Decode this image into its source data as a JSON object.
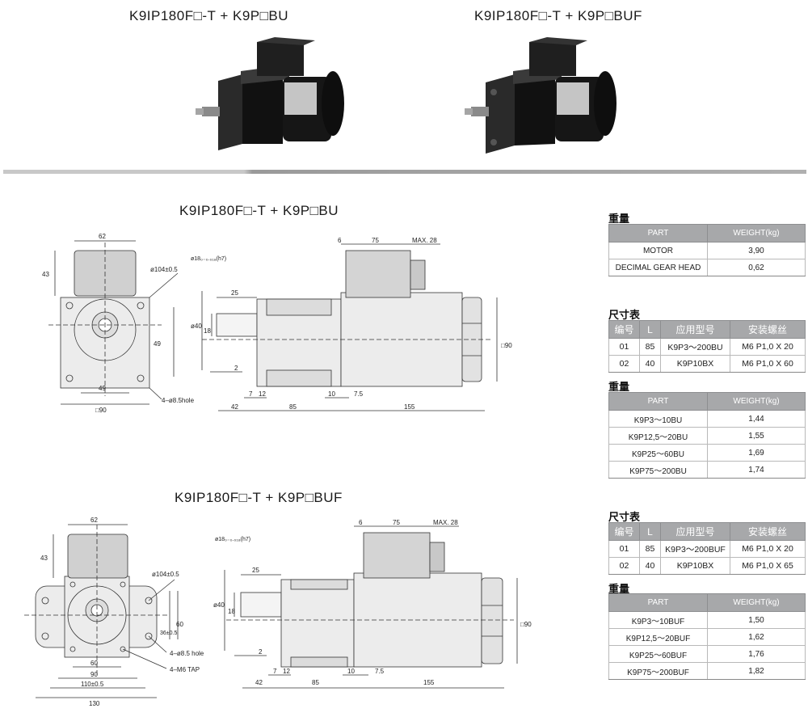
{
  "top": {
    "left_model": "K9IP180F□-T + K9P□BU",
    "right_model": "K9IP180F□-T + K9P□BUF"
  },
  "drawing1": {
    "title": "K9IP180F□-T + K9P□BU",
    "dims": {
      "d62": "62",
      "d43": "43",
      "d104": "ø104±0.5",
      "d49v": "49",
      "d49h": "49",
      "d90sq": "□90",
      "hole": "4–ø8.5hole",
      "d18h7": "ø18₀₋₀.₀₁₈(h7)",
      "d25": "25",
      "d40": "ø40",
      "d18": "18",
      "d2": "2",
      "d6": "6",
      "d75": "75",
      "max28": "MAX. 28",
      "d90": "□90",
      "d7": "7",
      "d12": "12",
      "d10": "10",
      "d75b": "7.5",
      "d42": "42",
      "d85": "85",
      "d155": "155"
    }
  },
  "drawing2": {
    "title": "K9IP180F□-T + K9P□BUF",
    "dims": {
      "d62": "62",
      "d43": "43",
      "d104": "ø104±0.5",
      "d36": "36±0.5",
      "d60v": "60",
      "d60h": "60",
      "d90h": "90",
      "d110": "110±0.5",
      "d130": "130",
      "hole": "4–ø8.5 hole",
      "tap": "4–M6 TAP",
      "d18h7": "ø18₀₋₀.₀₁₈(h7)",
      "d25": "25",
      "d40": "ø40",
      "d18": "18",
      "d2": "2",
      "d6": "6",
      "d75": "75",
      "max28": "MAX. 28",
      "d90": "□90",
      "d7": "7",
      "d12": "12",
      "d10": "10",
      "d75b": "7.5",
      "d42": "42",
      "d85": "85",
      "d155": "155"
    }
  },
  "tables": {
    "weight1": {
      "title": "重量",
      "headers": [
        "PART",
        "WEIGHT(kg)"
      ],
      "rows": [
        [
          "MOTOR",
          "3,90"
        ],
        [
          "DECIMAL GEAR HEAD",
          "0,62"
        ]
      ]
    },
    "size1": {
      "title": "尺寸表",
      "headers": [
        "编号",
        "L",
        "应用型号",
        "安装螺丝"
      ],
      "rows": [
        [
          "01",
          "85",
          "K9P3～200BU",
          "M6 P1,0 X 20"
        ],
        [
          "02",
          "40",
          "K9P10BX",
          "M6 P1,0 X 60"
        ]
      ]
    },
    "weight2": {
      "title": "重量",
      "headers": [
        "PART",
        "WEIGHT(kg)"
      ],
      "rows": [
        [
          "K9P3～10BU",
          "1,44"
        ],
        [
          "K9P12,5～20BU",
          "1,55"
        ],
        [
          "K9P25～60BU",
          "1,69"
        ],
        [
          "K9P75～200BU",
          "1,74"
        ]
      ]
    },
    "size2": {
      "title": "尺寸表",
      "headers": [
        "编号",
        "L",
        "应用型号",
        "安装螺丝"
      ],
      "rows": [
        [
          "01",
          "85",
          "K9P3～200BUF",
          "M6 P1,0 X 20"
        ],
        [
          "02",
          "40",
          "K9P10BX",
          "M6 P1,0 X 65"
        ]
      ]
    },
    "weight3": {
      "title": "重量",
      "headers": [
        "PART",
        "WEIGHT(kg)"
      ],
      "rows": [
        [
          "K9P3～10BUF",
          "1,50"
        ],
        [
          "K9P12,5～20BUF",
          "1,62"
        ],
        [
          "K9P25～60BUF",
          "1,76"
        ],
        [
          "K9P75～200BUF",
          "1,82"
        ]
      ]
    }
  },
  "colors": {
    "motor_body": "#1c1c1c",
    "divider": "#b0b0b0",
    "table_header": "#a7a8aa",
    "drawing_fill": "#ececec"
  }
}
